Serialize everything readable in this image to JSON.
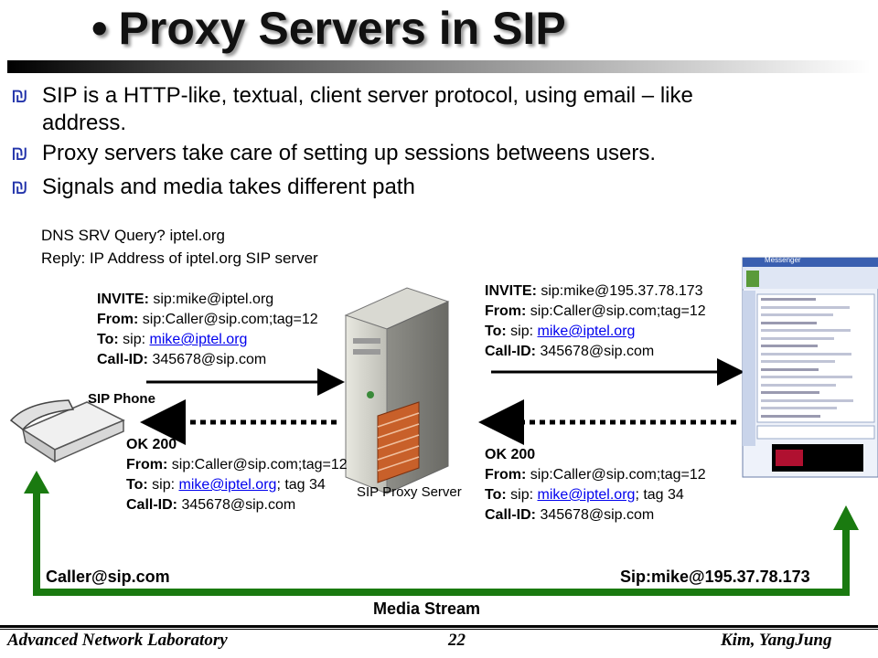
{
  "slide": {
    "title_bullet": "•",
    "title": "Proxy Servers in SIP",
    "bullets": [
      {
        "symbol": "₪",
        "line1": "SIP is a HTTP-like, textual, client server protocol, using email –  like",
        "line2": "address."
      },
      {
        "symbol": "₪",
        "line1": "Proxy servers take care of setting up sessions  betweens users."
      },
      {
        "symbol": "₪",
        "line1": "Signals and media takes different path"
      }
    ],
    "dns": {
      "query": "DNS SRV Query? iptel.org",
      "reply": "Reply: IP Address of iptel.org SIP server"
    }
  },
  "diagram": {
    "sip_phone_label": "SIP Phone",
    "proxy_label": "SIP Proxy Server",
    "media_stream_label": "Media Stream",
    "caller_address": "Caller@sip.com",
    "callee_address": "Sip:mike@195.37.78.173",
    "invite1": {
      "k1": "INVITE:",
      "v1": " sip:mike@iptel.org",
      "k2": "From:",
      "v2": " sip:Caller@sip.com;tag=12",
      "k3": "To:",
      "v3": " sip: ",
      "v3_link": "mike@iptel.org",
      "k4": "Call-ID:",
      "v4": " 345678@sip.com"
    },
    "invite2": {
      "k1": "INVITE:",
      "v1": " sip:mike@195.37.78.173",
      "k2": "From:",
      "v2": " sip:Caller@sip.com;tag=12",
      "k3": "To:",
      "v3": " sip: ",
      "v3_link": "mike@iptel.org",
      "k4": "Call-ID:",
      "v4": " 345678@sip.com"
    },
    "ok1": {
      "k1": "OK 200",
      "k2": "From:",
      "v2": " sip:Caller@sip.com;tag=12",
      "k3": "To:",
      "v3": " sip: ",
      "v3_link": "mike@iptel.org",
      "v3_tail": "; tag 34",
      "k4": "Call-ID:",
      "v4": " 345678@sip.com"
    },
    "ok2": {
      "k1": "OK 200",
      "k2": "From:",
      "v2": " sip:Caller@sip.com;tag=12",
      "k3": "To:",
      "v3": " sip: ",
      "v3_link": "mike@iptel.org",
      "v3_tail": "; tag 34",
      "k4": "Call-ID:",
      "v4": " 345678@sip.com"
    },
    "messenger": {
      "title": "Messenger"
    }
  },
  "footer": {
    "left": "Advanced Network Laboratory",
    "page": "22",
    "right": "Kim, YangJung"
  },
  "colors": {
    "media_arrow": "#1a7a10",
    "bullet_symbol": "#2233aa",
    "link": "#0000ee"
  }
}
